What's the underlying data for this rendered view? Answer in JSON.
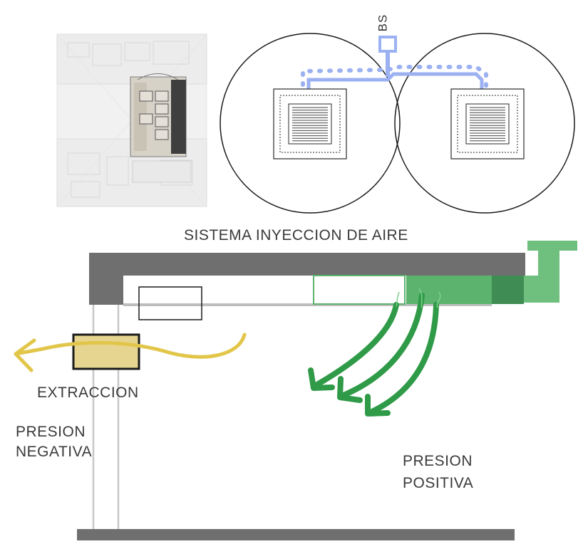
{
  "labels": {
    "bs": "BS",
    "sistema": "SISTEMA INYECCION DE AIRE",
    "extraccion": "EXTRACCION",
    "presion_negativa_1": "PRESION",
    "presion_negativa_2": "NEGATIVA",
    "presion_positiva_1": "PRESION",
    "presion_positiva_2": "POSITIVA"
  },
  "colors": {
    "slab": "#6f6f6f",
    "injection_green": "#5bb36e",
    "arrow_green": "#2f9a47",
    "extraction_yellow": "#e2c64a",
    "extraction_box": "#e6d590",
    "refrigerant_blue": "#9bb1f2",
    "wall_line": "#c8c8c8"
  }
}
